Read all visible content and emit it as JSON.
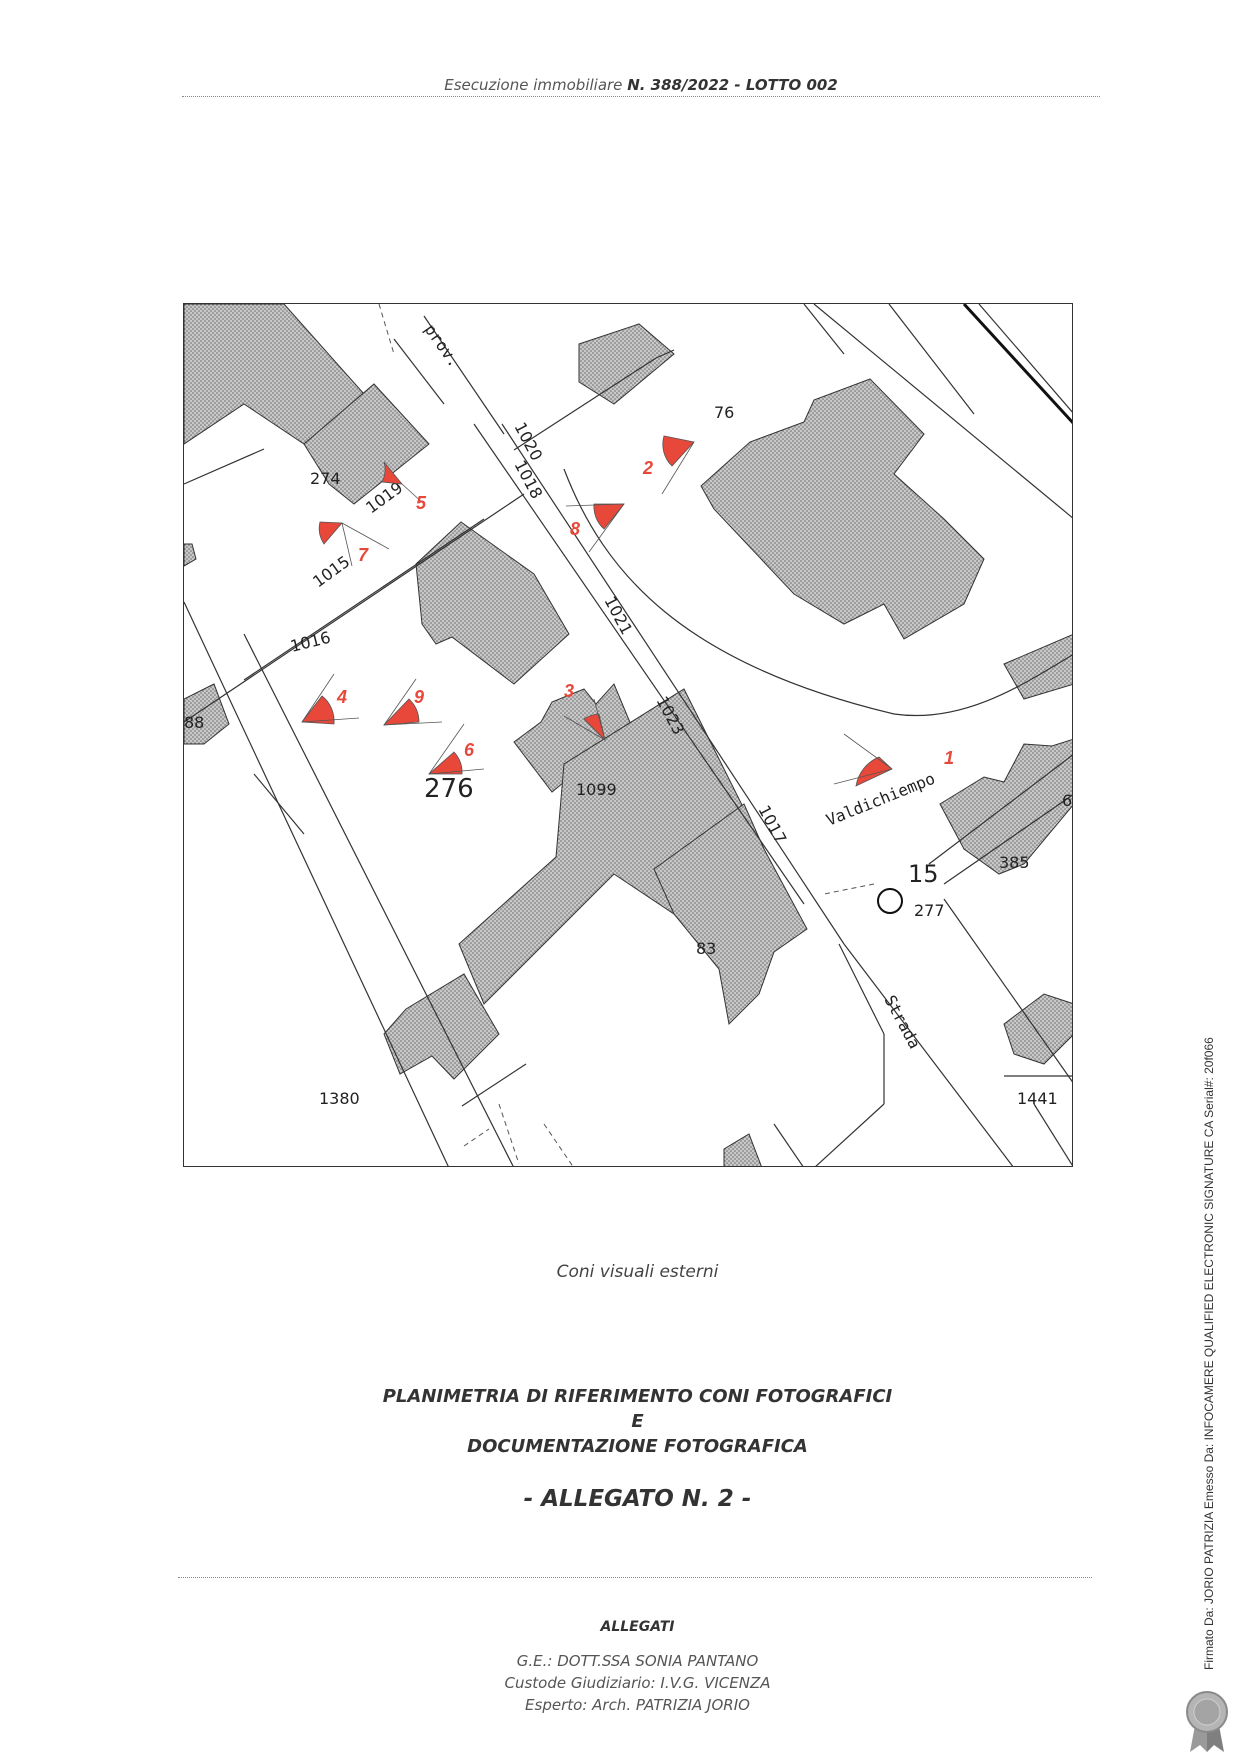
{
  "header": {
    "prefix": "Esecuzione immobiliare",
    "bold": "N. 388/2022 - LOTTO 002"
  },
  "map": {
    "road_labels": [
      "prov.",
      "Valdichiempo",
      "Strada"
    ],
    "parcel_numbers": [
      "76",
      "274",
      "1019",
      "1020",
      "1018",
      "1021",
      "1015",
      "1016",
      "1023",
      "88",
      "276",
      "1099",
      "1017",
      "385",
      "277",
      "15",
      "83",
      "1380",
      "1441",
      "6"
    ],
    "viewpoints": [
      "1",
      "2",
      "3",
      "4",
      "5",
      "6",
      "7",
      "8",
      "9"
    ],
    "marker_color": "#e8483a"
  },
  "caption": "Coni visuali esterni",
  "title": {
    "line1": "PLANIMETRIA DI RIFERIMENTO CONI FOTOGRAFICI",
    "line2": "E",
    "line3": "DOCUMENTAZIONE FOTOGRAFICA"
  },
  "allegato": "- ALLEGATO  N. 2  -",
  "footer": {
    "heading": "ALLEGATI",
    "line1": "G.E.: DOTT.SSA SONIA PANTANO",
    "line2": "Custode Giudiziario: I.V.G. VICENZA",
    "line3": "Esperto: Arch. PATRIZIA JORIO"
  },
  "signature": "Firmato Da: JORIO PATRIZIA Emesso Da: INFOCAMERE QUALIFIED ELECTRONIC SIGNATURE CA Serial#: 20f066"
}
